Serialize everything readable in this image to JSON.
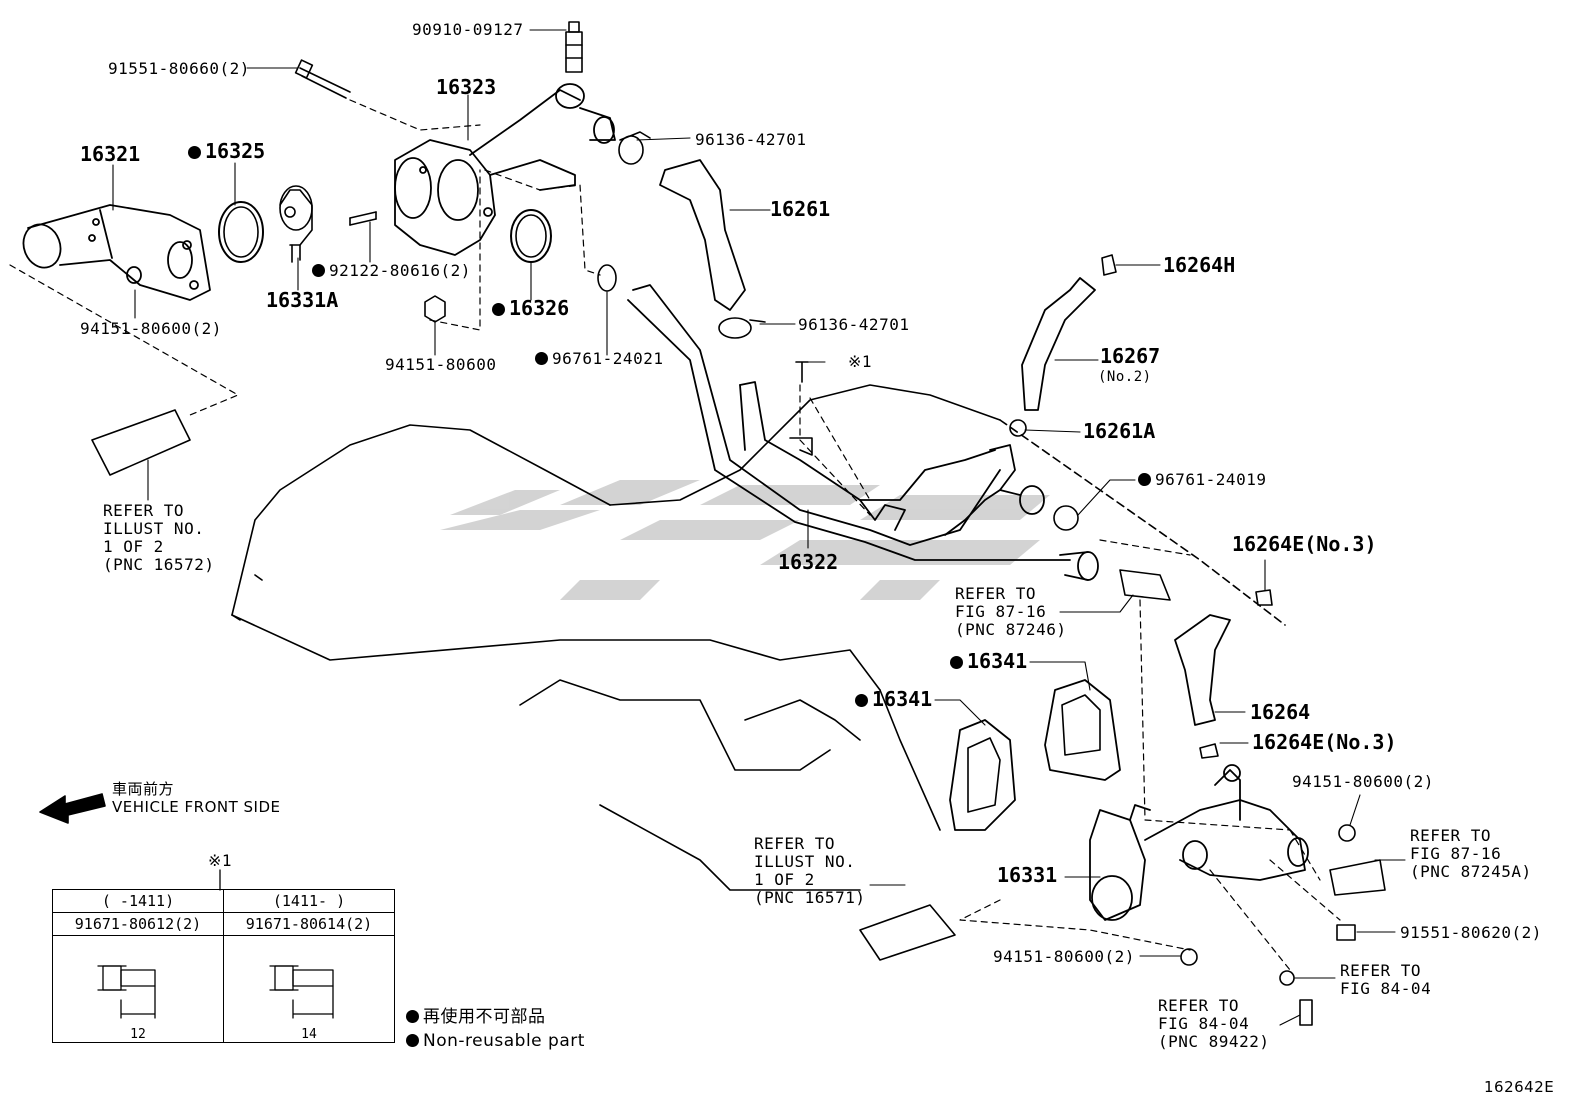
{
  "part_labels": {
    "p90910": "90910-09127",
    "p91551_660": "91551-80660(2)",
    "p16323": "16323",
    "p16321": "16321",
    "p16325": "16325",
    "p96136_a": "96136-42701",
    "p16261": "16261",
    "p92122": "92122-80616(2)",
    "p16331A": "16331A",
    "p94151_2a": "94151-80600(2)",
    "p16326": "16326",
    "p94151_a": "94151-80600",
    "p96761_021": "96761-24021",
    "p16264H": "16264H",
    "p96136_b": "96136-42701",
    "p_ref1": "※1",
    "p16267": "16267",
    "p16267_sub": "(No.2)",
    "p16261A": "16261A",
    "p96761_019": "96761-24019",
    "p16322": "16322",
    "p16264E_a": "16264E(No.3)",
    "p16341_a": "16341",
    "p16341_b": "16341",
    "p16264": "16264",
    "p16264E_b": "16264E(No.3)",
    "p94151_2b": "94151-80600(2)",
    "p16331": "16331",
    "p91551_620": "91551-80620(2)",
    "p94151_2c": "94151-80600(2)"
  },
  "references": {
    "r1": [
      "REFER TO",
      "ILLUST NO.",
      "1 OF 2",
      "(PNC 16572)"
    ],
    "r2": [
      "REFER TO",
      "FIG 87-16",
      "(PNC 87246)"
    ],
    "r3": [
      "REFER TO",
      "ILLUST NO.",
      "1 OF 2",
      "(PNC 16571)"
    ],
    "r4": [
      "REFER TO",
      "FIG 87-16",
      "(PNC 87245A)"
    ],
    "r5": [
      "REFER TO",
      "FIG 84-04"
    ],
    "r6": [
      "REFER TO",
      "FIG 84-04",
      "(PNC 89422)"
    ]
  },
  "front": {
    "jp": "車両前方",
    "en": "VEHICLE FRONT SIDE"
  },
  "legend": {
    "jp": "再使用不可部品",
    "en": "Non-reusable part"
  },
  "table": {
    "note": "※1",
    "col1_range": "(      -1411)",
    "col2_range": "(1411-      )",
    "col1_part": "91671-80612(2)",
    "col2_part": "91671-80614(2)",
    "col1_len": "12",
    "col2_len": "14"
  },
  "figure_id": "162642E",
  "colors": {
    "line": "#000000",
    "watermark": "#c8c8c8"
  }
}
